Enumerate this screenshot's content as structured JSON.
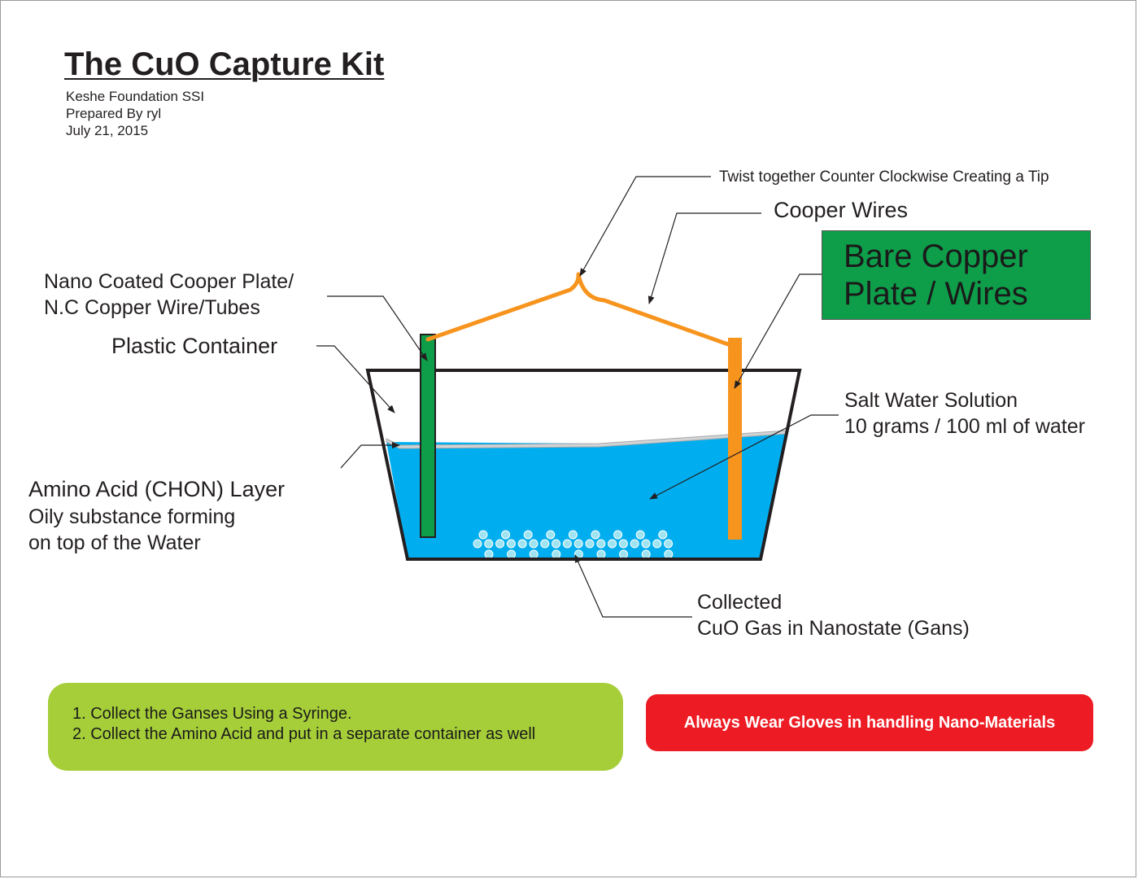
{
  "header": {
    "title": "The CuO Capture Kit",
    "organization": "Keshe Foundation SSI",
    "prepared_by": "Prepared By ryl",
    "date": "July 21, 2015"
  },
  "labels": {
    "twist_note": "Twist together Counter Clockwise Creating a Tip",
    "copper_wires": "Cooper Wires",
    "bare_copper_line1": "Bare Copper",
    "bare_copper_line2": "Plate / Wires",
    "nano_plate_line1": "Nano Coated Cooper Plate/",
    "nano_plate_line2": "N.C Copper Wire/Tubes",
    "plastic_container": "Plastic Container",
    "salt_water_line1": "Salt Water Solution",
    "salt_water_line2": "10 grams / 100 ml of water",
    "amino_line1": "Amino Acid (CHON) Layer",
    "amino_line2": "Oily substance forming",
    "amino_line3": "on top of the Water",
    "collected_line1": "Collected",
    "collected_line2": "CuO Gas in Nanostate (Gans)"
  },
  "instructions": [
    "1. Collect the Ganses Using a Syringe.",
    "2. Collect the Amino Acid and put in a separate container as well"
  ],
  "warning": "Always Wear Gloves in handling Nano-Materials",
  "colors": {
    "water": "#00aeef",
    "nano_plate": "#0e9e4a",
    "bare_plate": "#f7941d",
    "wire": "#f7941d",
    "instruction_box": "#a6ce39",
    "warning_box": "#ed1c24",
    "bubble": "#9fe3f0"
  }
}
